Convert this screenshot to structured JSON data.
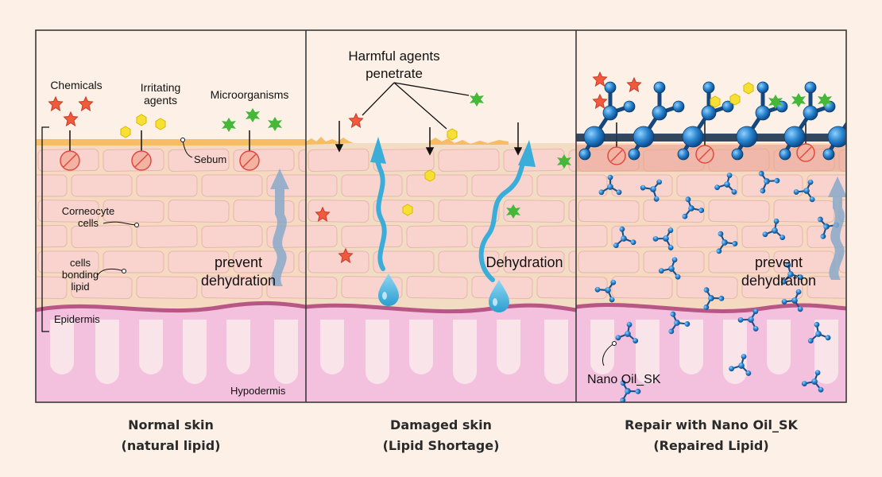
{
  "panels": [
    {
      "title": "Normal skin",
      "subtitle": "(natural lipid)",
      "labels": {
        "chemicals": "Chemicals",
        "irritating": [
          "Irritating",
          "agents"
        ],
        "microorganisms": "Microorganisms",
        "sebum": "Sebum",
        "corneocyte": [
          "Corneocyte",
          "cells"
        ],
        "bonding": [
          "cells",
          "bonding",
          "lipid"
        ],
        "prevent": [
          "prevent",
          "dehydration"
        ],
        "epidermis": "Epidermis",
        "hypodermis": "Hypodermis"
      }
    },
    {
      "title": "Damaged skin",
      "subtitle": "(Lipid Shortage)",
      "labels": {
        "harmful": [
          "Harmful agents",
          "penetrate"
        ],
        "dehydration": "Dehydration"
      }
    },
    {
      "title": "Repair with Nano Oil_SK",
      "subtitle": "(Repaired Lipid)",
      "labels": {
        "prevent": [
          "prevent",
          "dehydration"
        ],
        "nano": "Nano Oil_SK"
      }
    }
  ],
  "colors": {
    "background": "#fdf1e7",
    "epidermis": "#f9d4cf",
    "lipid_bonding": "#f6d9c1",
    "sebum": "#f6bd62",
    "basement": "#b85686",
    "dermis": "#f3c0de",
    "hypodermis": "#f9e4ea",
    "water": "#3aaed8",
    "molecule": "#1d6fb3"
  }
}
